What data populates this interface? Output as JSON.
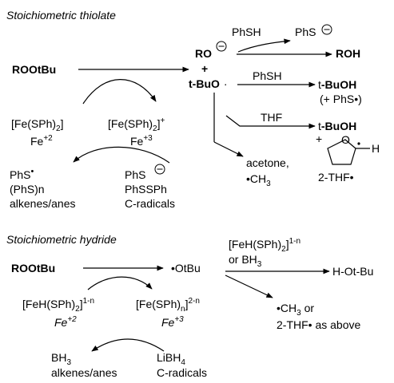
{
  "top": {
    "title": "Stoichiometric thiolate",
    "reactant": "ROOtBu",
    "ro": "RO",
    "plus": "+",
    "tbuo": {
      "t": "t",
      "rest": "-BuO",
      "dot": "·"
    },
    "phsh_1": "PhSH",
    "phs_anion": "PhS",
    "roh": "ROH",
    "phsh_2": "PhSH",
    "tbuoh_1": {
      "t": "t",
      "rest": "-BuOH"
    },
    "phs_radical_note": "(+ PhS•)",
    "thf": "THF",
    "tbuoh_2": {
      "t": "t",
      "rest": "-BuOH"
    },
    "thf_plus": "+",
    "h_label": "H",
    "thf_radical": "2-THF•",
    "acetone": "acetone,",
    "methyl": {
      "lead": "•CH",
      "sub": "3"
    },
    "fe2_complex": {
      "main": "[Fe(SPh)",
      "sub": "2",
      "end": "]"
    },
    "fe3_complex": {
      "main": "[Fe(SPh)",
      "sub": "2",
      "end": "]",
      "sup": "+"
    },
    "fe2": {
      "main": "Fe",
      "sup": "+2"
    },
    "fe3": {
      "main": "Fe",
      "sup": "+3"
    },
    "left_products": [
      "PhS",
      "(PhS)n",
      "alkenes/anes"
    ],
    "right_products": [
      "PhS",
      "PhSSPh",
      "C-radicals"
    ]
  },
  "bottom": {
    "title": "Stoichiometric hydride",
    "reactant": "ROOtBu",
    "otbu": "•OtBu",
    "reagent_1": {
      "main": "[FeH(SPh)",
      "sub": "2",
      "end": "]",
      "sup": "1-n"
    },
    "reagent_2": {
      "pre": "or BH",
      "sub": "3"
    },
    "product": {
      "pre": "H-O",
      "t": "t",
      "post": "-Bu"
    },
    "side_1": {
      "lead": "•CH",
      "sub": "3",
      "post": " or"
    },
    "side_2": "2-THF• as above",
    "fe_hydride": {
      "main": "[FeH(SPh)",
      "sub": "2",
      "end": "]",
      "sup": "1-n"
    },
    "fe_thiolate": {
      "main": "[Fe(SPh)",
      "sub": "n",
      "end": "]",
      "sup": "2-n"
    },
    "fe2": {
      "main": "Fe",
      "sup": "+2"
    },
    "fe3": {
      "main": "Fe",
      "sup": "+3"
    },
    "left_products": [
      {
        "pre": "BH",
        "sub": "3"
      },
      {
        "pre": "alkenes/anes"
      }
    ],
    "right_products": [
      {
        "pre": "LiBH",
        "sub": "4"
      },
      {
        "pre": "C-radicals"
      }
    ]
  }
}
